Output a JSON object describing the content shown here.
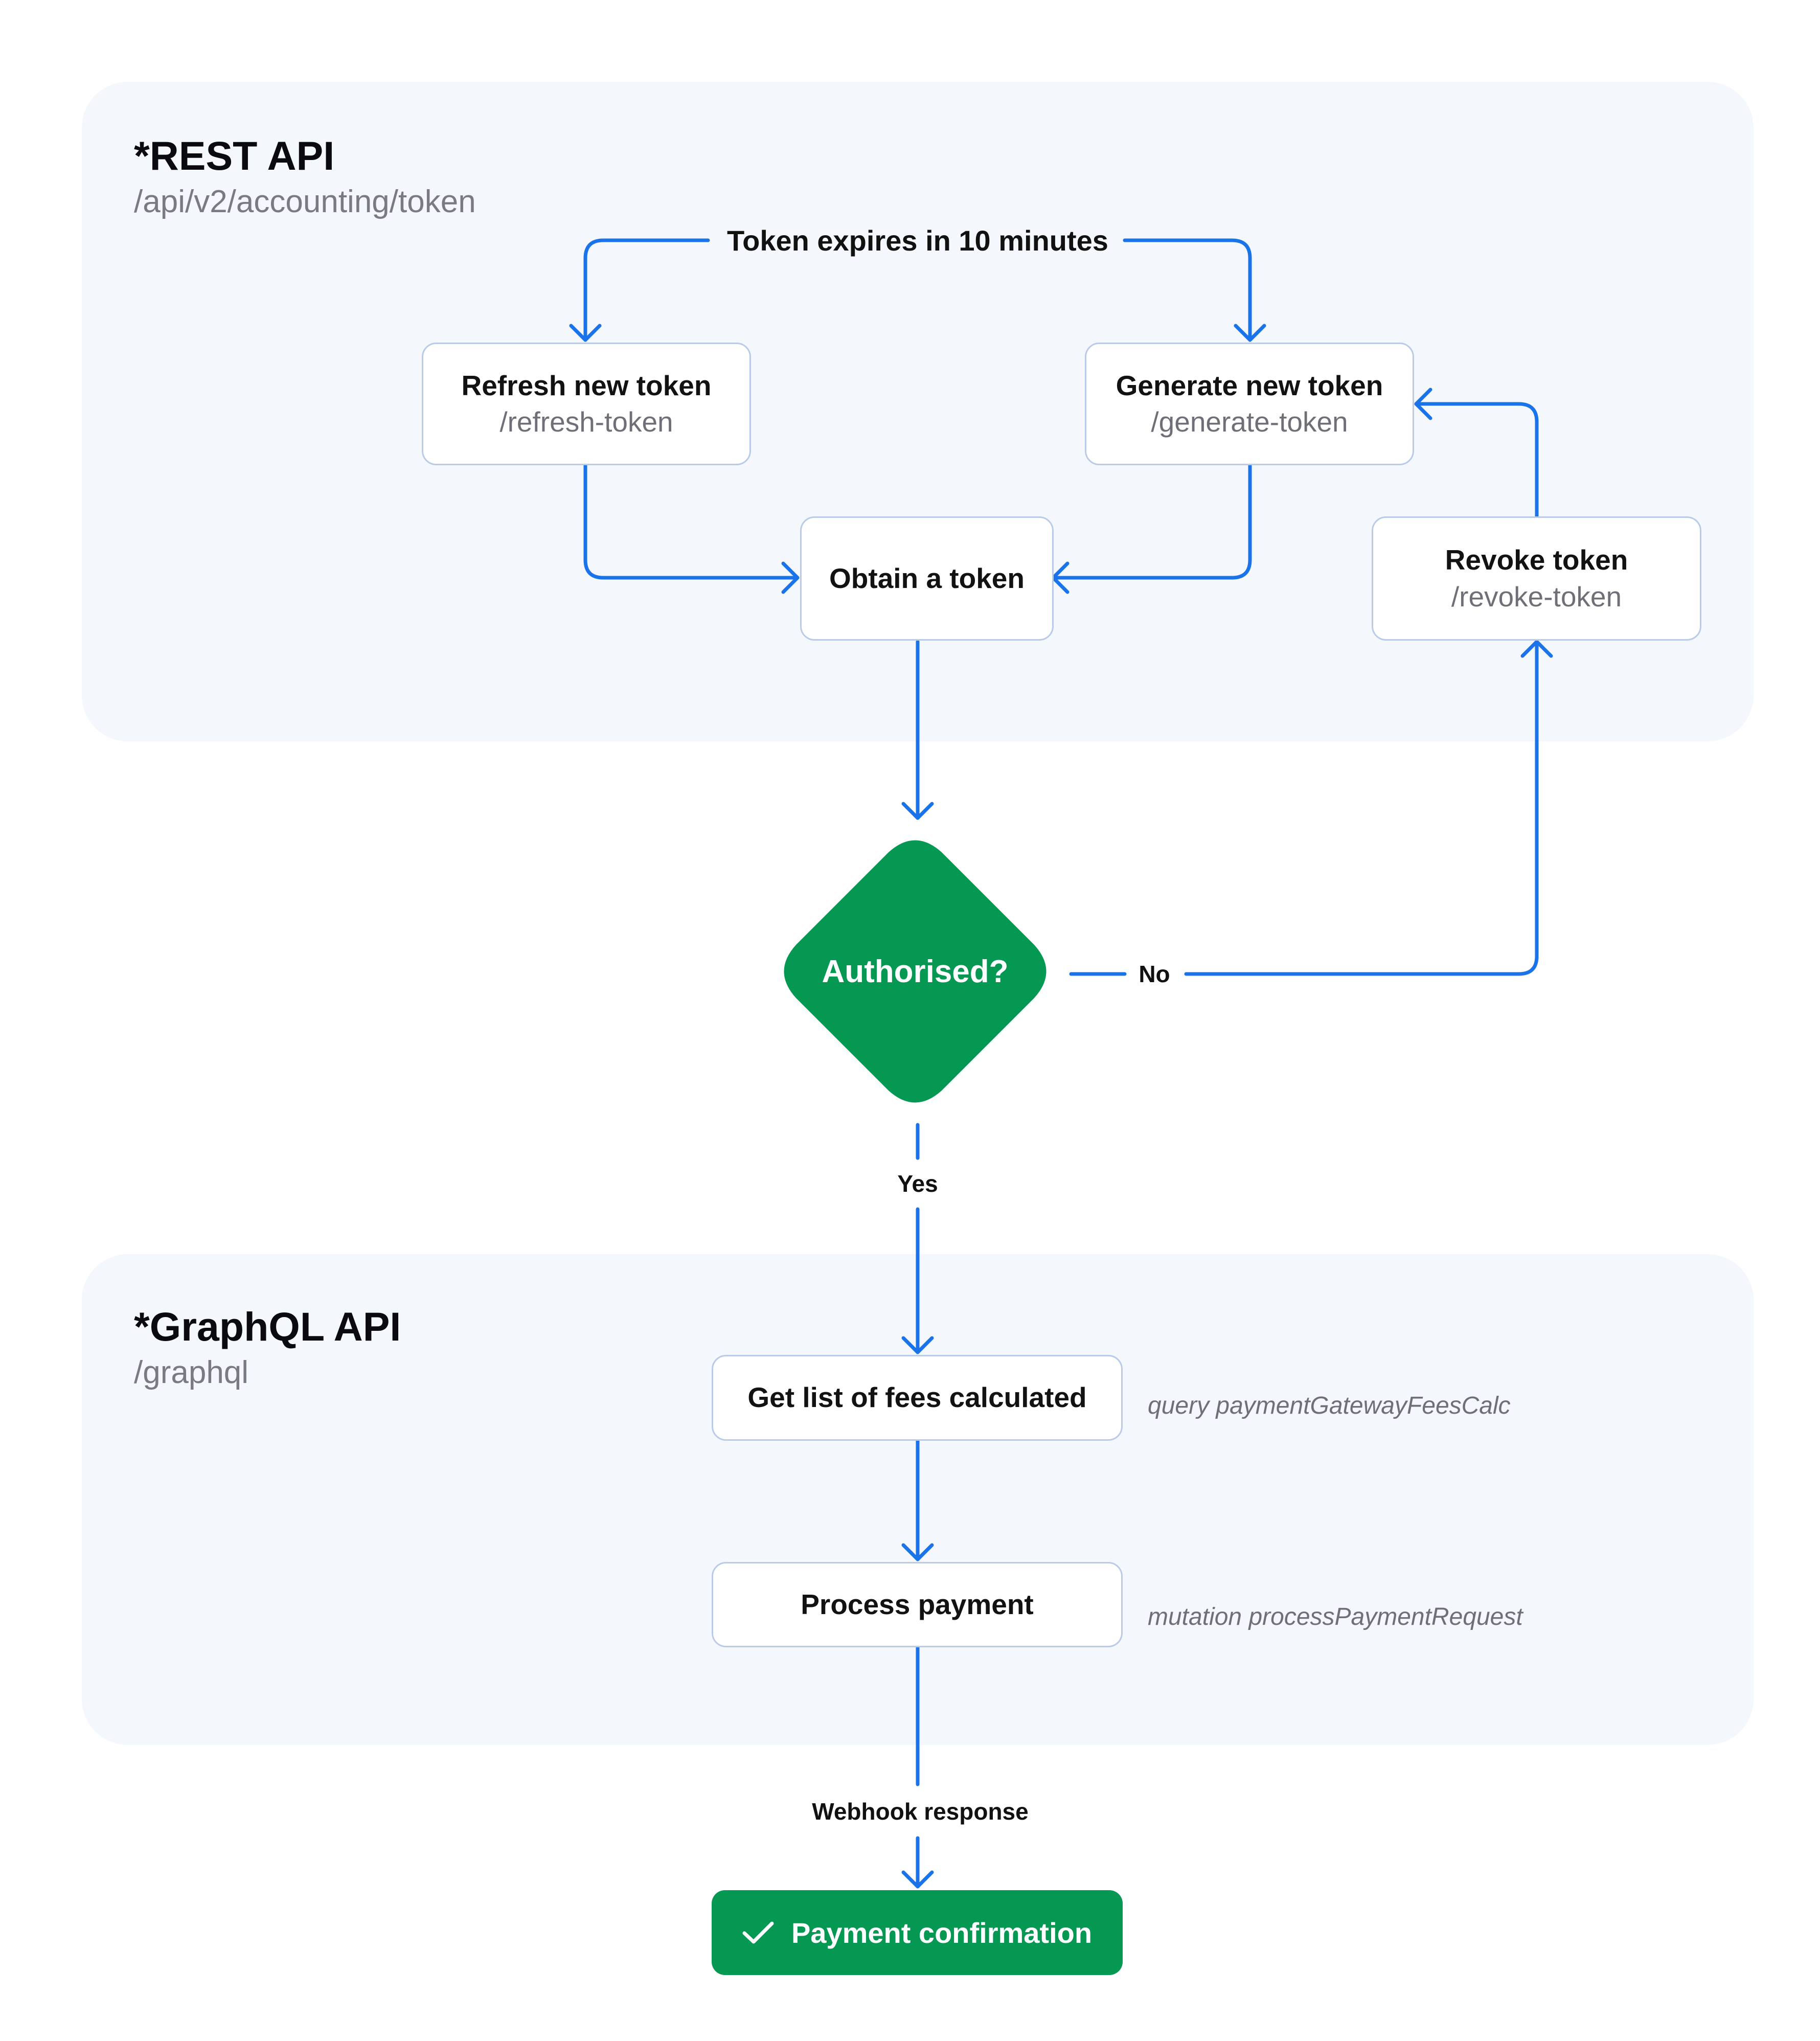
{
  "colors": {
    "panel_bg": "#f4f7fb",
    "connector": "#1a73e8",
    "node_border": "#b9cbe6",
    "decision_fill": "#059852",
    "confirmation_fill": "#059852",
    "muted_text": "#6f6f78"
  },
  "rest_panel": {
    "title": "*REST API",
    "path": "/api/v2/accounting/token"
  },
  "graphql_panel": {
    "title": "*GraphQL API",
    "path": "/graphql"
  },
  "flow_labels": {
    "token_expiry": "Token expires in 10 minutes",
    "no": "No",
    "yes": "Yes",
    "webhook": "Webhook response"
  },
  "nodes": {
    "refresh": {
      "title": "Refresh new token",
      "path": "/refresh-token"
    },
    "generate": {
      "title": "Generate new token",
      "path": "/generate-token"
    },
    "obtain": {
      "title": "Obtain a token"
    },
    "revoke": {
      "title": "Revoke token",
      "path": "/revoke-token"
    },
    "decision": {
      "label": "Authorised?"
    },
    "fees": {
      "title": "Get list of fees calculated",
      "annotation": "query paymentGatewayFeesCalc"
    },
    "process": {
      "title": "Process payment",
      "annotation": "mutation processPaymentRequest"
    },
    "confirmation": {
      "label": "Payment confirmation",
      "icon": "check-icon"
    }
  }
}
